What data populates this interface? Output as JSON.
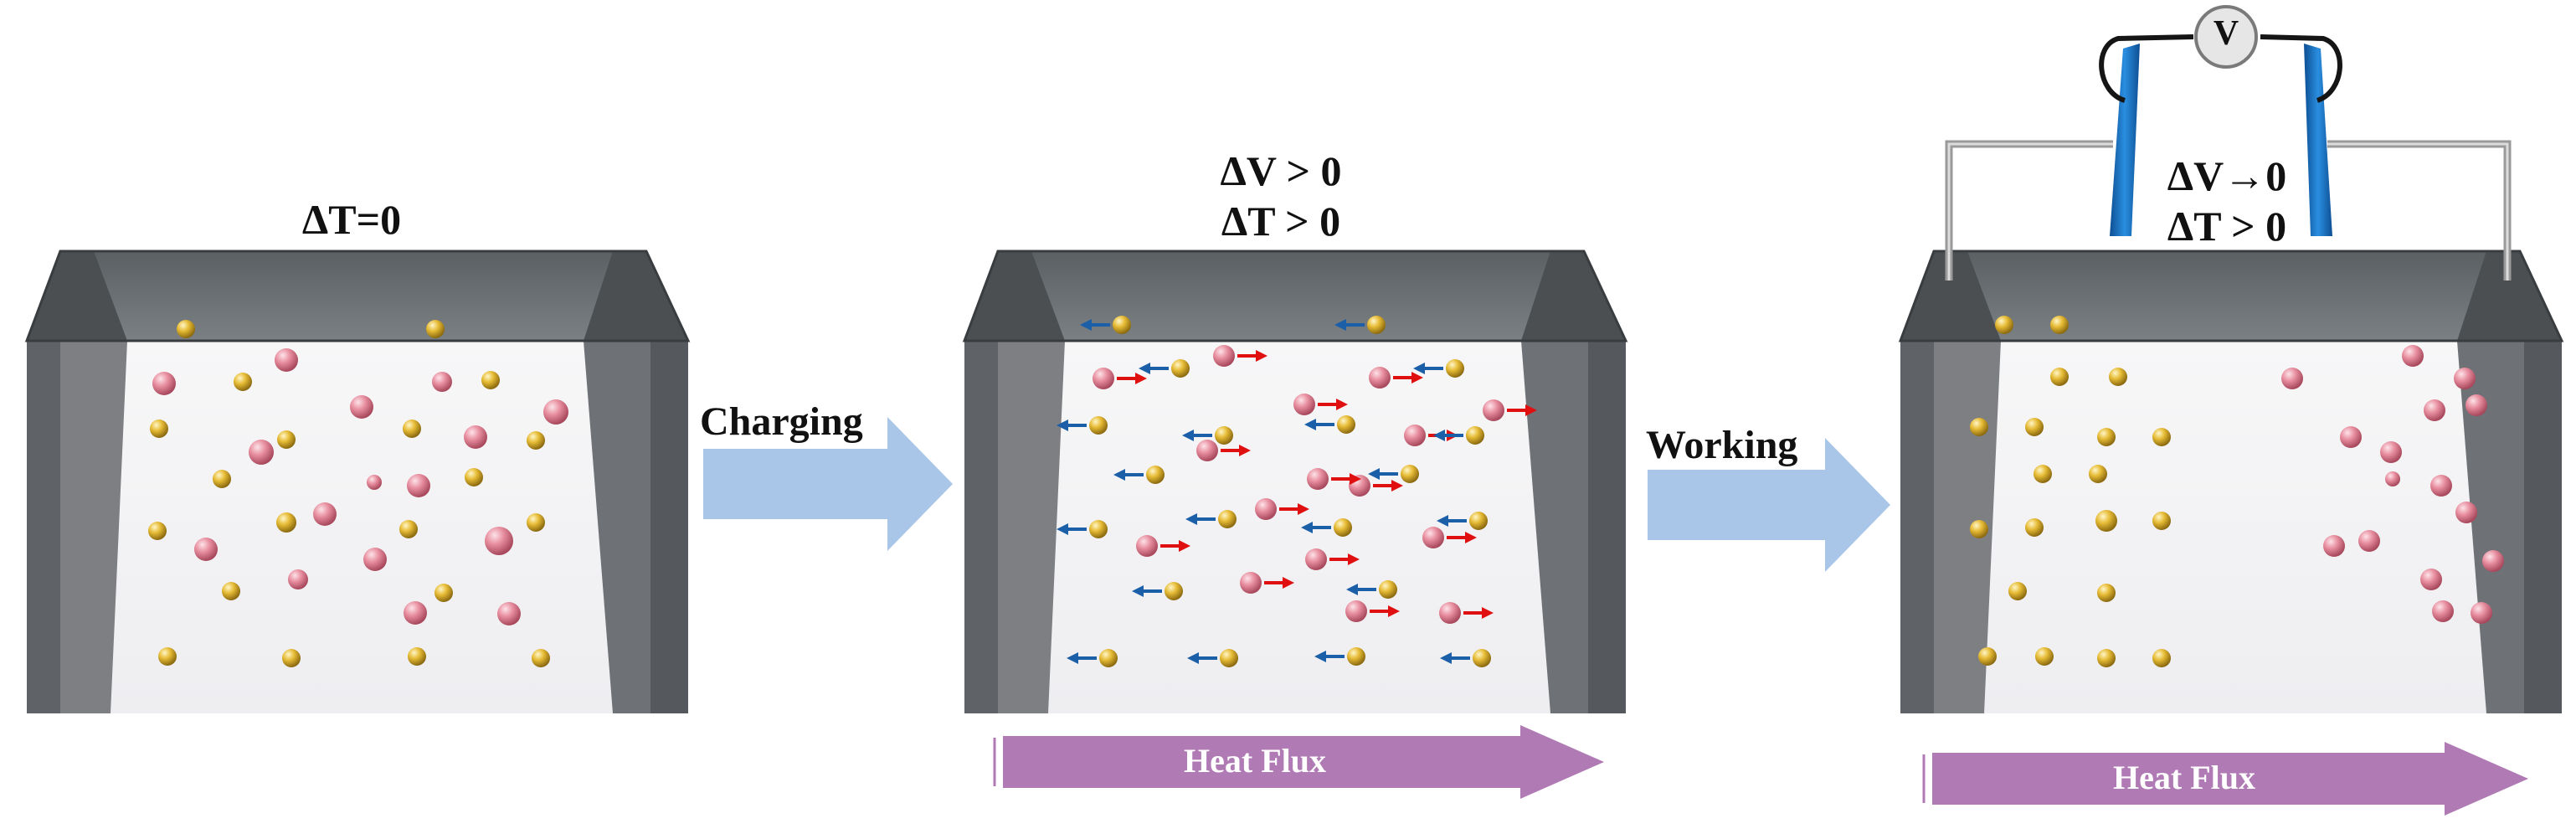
{
  "panels": [
    {
      "id": "equilibrium",
      "conditions": [
        "ΔT=0"
      ]
    },
    {
      "id": "charged",
      "conditions": [
        "ΔV > 0",
        "ΔT > 0"
      ],
      "heat_flux_label": "Heat Flux"
    },
    {
      "id": "working",
      "conditions": [
        "ΔV→0",
        "ΔT > 0"
      ],
      "heat_flux_label": "Heat Flux",
      "voltmeter_label": "V"
    }
  ],
  "processes": [
    {
      "label": "Charging"
    },
    {
      "label": "Working"
    }
  ],
  "colors": {
    "cation": "#e28a9b",
    "anion": "#e0b531",
    "cation_arrow": "#e01010",
    "anion_arrow": "#1a5fa8",
    "process_arrow": "#a9c6e8",
    "heat_flux": "#b07ab5",
    "electrode": "#1a74c4",
    "wire": "#b8b8b8"
  }
}
